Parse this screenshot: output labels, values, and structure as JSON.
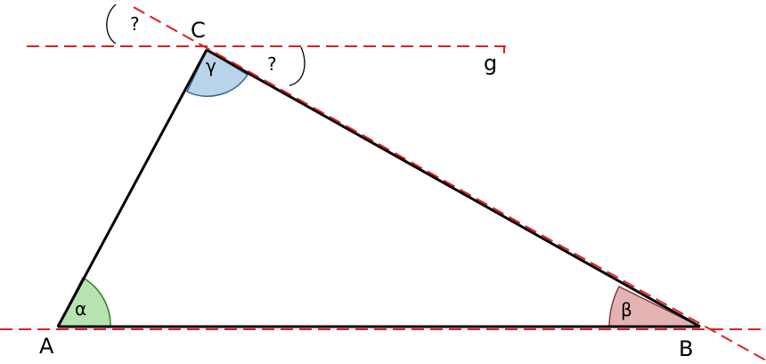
{
  "vertices": {
    "a": "A",
    "b": "B",
    "c": "C"
  },
  "angles": {
    "alpha": "α",
    "beta": "β",
    "gamma": "γ"
  },
  "unknown_angles": {
    "left": "?",
    "right": "?"
  },
  "line_label": "g",
  "colors": {
    "alpha_fill": "#b7e3b0",
    "alpha_stroke": "#2f7a2a",
    "beta_fill": "#e3b3b3",
    "beta_stroke": "#8a3a3a",
    "gamma_fill": "#b9d3ea",
    "gamma_stroke": "#3a5f8a",
    "dashed_lines": "#e02020",
    "triangle": "#000000"
  }
}
